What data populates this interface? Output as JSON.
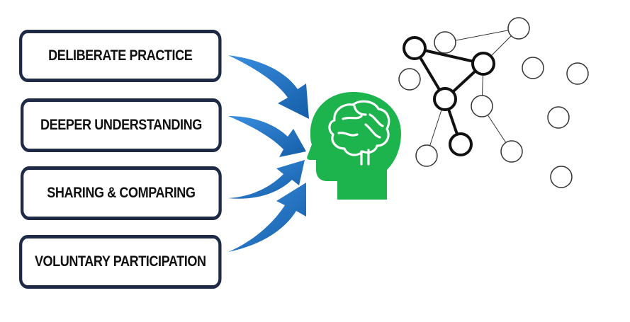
{
  "boxes": [
    {
      "label": "DELIBERATE PRACTICE"
    },
    {
      "label": "DEEPER UNDERSTANDING"
    },
    {
      "label": "SHARING & COMPARING"
    },
    {
      "label": "VOLUNTARY PARTICIPATION"
    }
  ],
  "icons": {
    "arrow": "curved-arrow-icon",
    "head": "brain-head-icon",
    "network": "network-graph-icon"
  },
  "colors": {
    "box_border": "#1f2b46",
    "arrow": "#1e6fc2",
    "head": "#1db34d"
  }
}
